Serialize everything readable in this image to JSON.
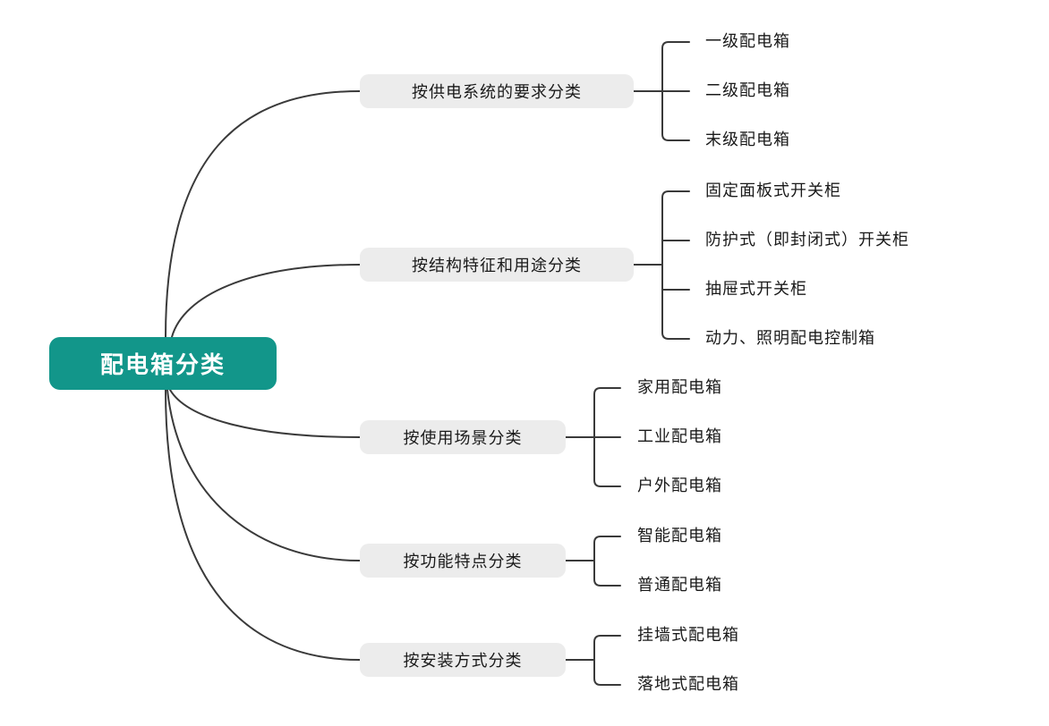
{
  "root": {
    "label": "配电箱分类"
  },
  "branches": [
    {
      "label": "按供电系统的要求分类",
      "children": [
        "一级配电箱",
        "二级配电箱",
        "末级配电箱"
      ]
    },
    {
      "label": "按结构特征和用途分类",
      "children": [
        "固定面板式开关柜",
        "防护式（即封闭式）开关柜",
        "抽屉式开关柜",
        "动力、照明配电控制箱"
      ]
    },
    {
      "label": "按使用场景分类",
      "children": [
        "家用配电箱",
        "工业配电箱",
        "户外配电箱"
      ]
    },
    {
      "label": "按功能特点分类",
      "children": [
        "智能配电箱",
        "普通配电箱"
      ]
    },
    {
      "label": "按安装方式分类",
      "children": [
        "挂墙式配电箱",
        "落地式配电箱"
      ]
    }
  ],
  "colors": {
    "root_fill": "#12968a",
    "branch_fill": "#ececec",
    "line": "#3a3a3a"
  }
}
